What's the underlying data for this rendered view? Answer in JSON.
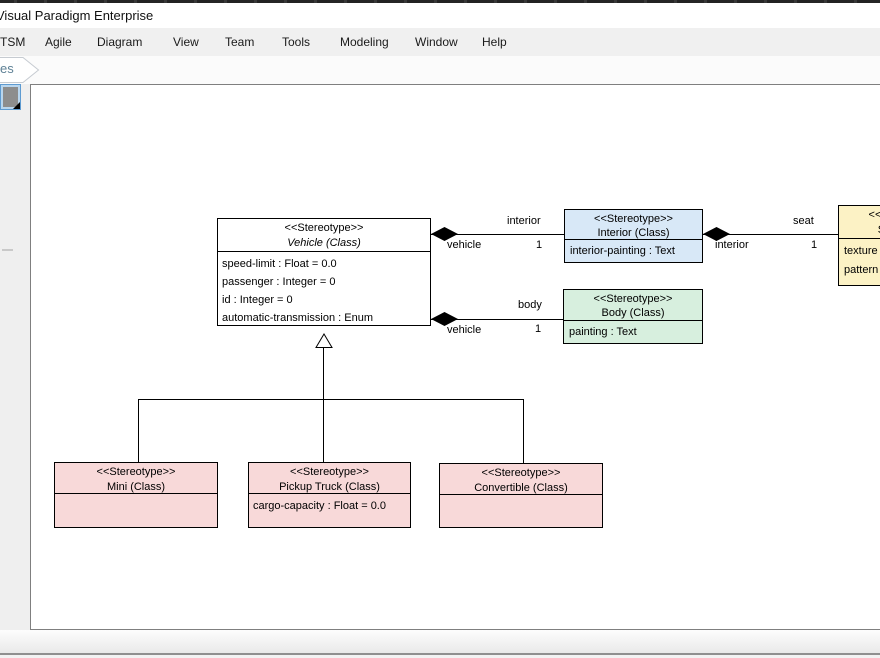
{
  "titlebar": {
    "title": "Visual Paradigm Enterprise"
  },
  "menubar": {
    "items": [
      "TSM",
      "Agile",
      "Diagram",
      "View",
      "Team",
      "Tools",
      "Modeling",
      "Window",
      "Help"
    ]
  },
  "tabbar": {
    "active_tab": "es"
  },
  "colors": {
    "vehicle_fill": "#ffffff",
    "interior_fill": "#d8e8f7",
    "body_fill": "#d7efde",
    "seat_fill": "#fcf2c5",
    "subclass_fill": "#f8d9d9",
    "selection_blue": "#5e9bd1"
  },
  "diagram": {
    "classes": {
      "vehicle": {
        "stereotype": "<<Stereotype>>",
        "name": "Vehicle (Class)",
        "attributes": [
          "speed-limit : Float = 0.0",
          "passenger : Integer = 0",
          "id : Integer = 0",
          "automatic-transmission : Enum"
        ]
      },
      "interior": {
        "stereotype": "<<Stereotype>>",
        "name": "Interior (Class)",
        "attributes": [
          "interior-painting : Text"
        ]
      },
      "body": {
        "stereotype": "<<Stereotype>>",
        "name": "Body (Class)",
        "attributes": [
          "painting : Text"
        ]
      },
      "seat": {
        "stereotype": "<<Stereotype>>",
        "name": "Seat (Class)",
        "attributes": [
          "texture :",
          "pattern"
        ]
      },
      "mini": {
        "stereotype": "<<Stereotype>>",
        "name": "Mini (Class)",
        "attributes": []
      },
      "pickup": {
        "stereotype": "<<Stereotype>>",
        "name": "Pickup Truck (Class)",
        "attributes": [
          "cargo-capacity : Float = 0.0"
        ]
      },
      "convertible": {
        "stereotype": "<<Stereotype>>",
        "name": "Convertible (Class)",
        "attributes": []
      }
    },
    "associations": {
      "vehicle_interior": {
        "role_end": "interior",
        "mult_end": "1",
        "role_start": "vehicle"
      },
      "interior_seat": {
        "role_end": "seat",
        "mult_end": "1",
        "role_start": "interior"
      },
      "vehicle_body": {
        "role_end": "body",
        "mult_end": "1",
        "role_start": "vehicle"
      }
    }
  }
}
